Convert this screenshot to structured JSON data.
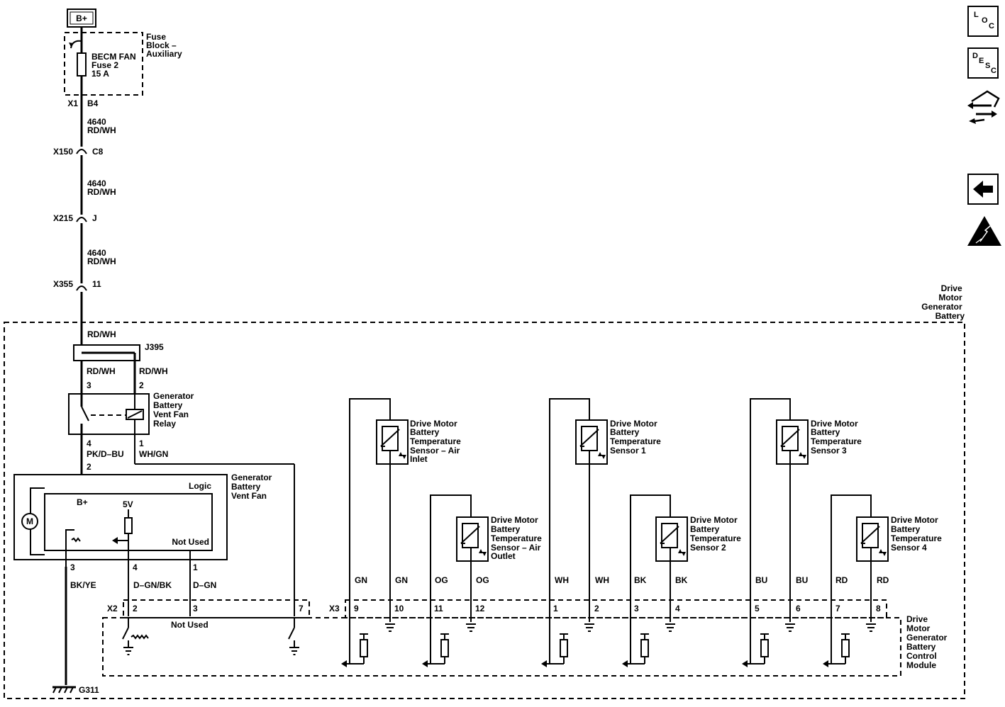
{
  "power": {
    "label": "B+"
  },
  "fuse_block": {
    "title": [
      "Fuse",
      "Block –",
      "Auxiliary"
    ],
    "fuse_lines": [
      "BECM FAN",
      "Fuse 2",
      "15 A"
    ]
  },
  "connector_x1": {
    "name": "X1",
    "pin": "B4"
  },
  "wire_a": {
    "circuit": "4640",
    "color": "RD/WH"
  },
  "connector_x150": {
    "name": "X150",
    "pin": "C8"
  },
  "wire_b": {
    "circuit": "4640",
    "color": "RD/WH"
  },
  "connector_x215": {
    "name": "X215",
    "pin": "J"
  },
  "wire_c": {
    "circuit": "4640",
    "color": "RD/WH"
  },
  "connector_x355": {
    "name": "X355",
    "pin": "11"
  },
  "battery_title": [
    "Drive",
    "Motor",
    "Generator",
    "Battery"
  ],
  "wire_d_color": "RD/WH",
  "splice": {
    "name": "J395",
    "left_color": "RD/WH",
    "right_color": "RD/WH"
  },
  "relay": {
    "title": [
      "Generator",
      "Battery",
      "Vent Fan",
      "Relay"
    ],
    "pin_in_left": "3",
    "pin_in_right": "2",
    "pin_out_left": "4",
    "pin_out_right": "1",
    "out_left_color": "PK/D–BU",
    "out_right_color": "WH/GN"
  },
  "fan": {
    "title": [
      "Generator",
      "Battery",
      "Vent Fan"
    ],
    "pin_top": "2",
    "logic_label": "Logic",
    "bplus": "B+",
    "v5": "5V",
    "not_used": "Not Used",
    "motor": "M",
    "pins": [
      "3",
      "4",
      "1"
    ],
    "wire_colors": [
      "BK/YE",
      "D–GN/BK",
      "D–GN"
    ]
  },
  "connector_x2": {
    "name": "X2",
    "pins": [
      "2",
      "3",
      "7"
    ],
    "not_used": "Not Used"
  },
  "connector_x3": {
    "name": "X3"
  },
  "ground": {
    "name": "G311"
  },
  "sensors_top": [
    {
      "label": [
        "Drive Motor",
        "Battery",
        "Temperature",
        "Sensor – Air",
        "Inlet"
      ],
      "colors": [
        "GN",
        "GN"
      ],
      "pins": [
        "9",
        "10"
      ]
    },
    {
      "label": [
        "Drive Motor",
        "Battery",
        "Temperature",
        "Sensor 1"
      ],
      "colors": [
        "WH",
        "WH"
      ],
      "pins": [
        "1",
        "2"
      ]
    },
    {
      "label": [
        "Drive Motor",
        "Battery",
        "Temperature",
        "Sensor 3"
      ],
      "colors": [
        "BU",
        "BU"
      ],
      "pins": [
        "5",
        "6"
      ]
    }
  ],
  "sensors_bottom": [
    {
      "label": [
        "Drive Motor",
        "Battery",
        "Temperature",
        "Sensor – Air",
        "Outlet"
      ],
      "colors": [
        "OG",
        "OG"
      ],
      "pins": [
        "11",
        "12"
      ]
    },
    {
      "label": [
        "Drive Motor",
        "Battery",
        "Temperature",
        "Sensor 2"
      ],
      "colors": [
        "BK",
        "BK"
      ],
      "pins": [
        "3",
        "4"
      ]
    },
    {
      "label": [
        "Drive Motor",
        "Battery",
        "Temperature",
        "Sensor 4"
      ],
      "colors": [
        "RD",
        "RD"
      ],
      "pins": [
        "7",
        "8"
      ]
    }
  ],
  "bcm_title": [
    "Drive",
    "Motor",
    "Generator",
    "Battery",
    "Control",
    "Module"
  ],
  "side": {
    "loc": [
      "L",
      "O",
      "C"
    ],
    "desc": [
      "D",
      "E",
      "S",
      "C"
    ],
    "icons": [
      "location-icon",
      "description-icon",
      "connector-end-view-icon",
      "back-arrow-icon",
      "warning-triangle-icon"
    ]
  }
}
